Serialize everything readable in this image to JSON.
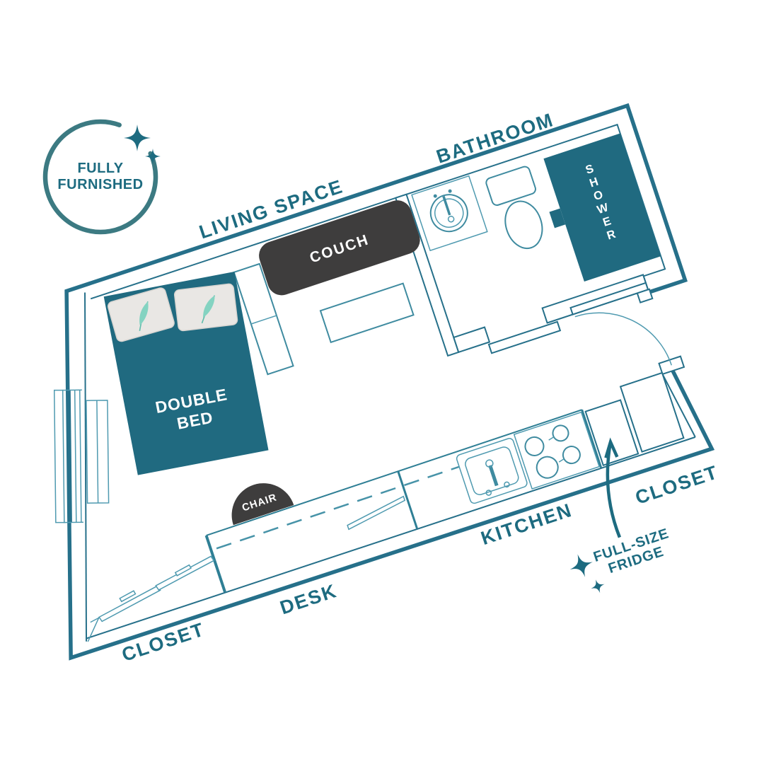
{
  "badge": {
    "line1": "FULLY",
    "line2": "FURNISHED"
  },
  "labels": {
    "bathroom": "BATHROOM",
    "living_space": "LIVING SPACE",
    "kitchen": "KITCHEN",
    "closet_right": "CLOSET",
    "closet_left": "CLOSET",
    "desk": "DESK"
  },
  "furniture": {
    "couch": "COUCH",
    "chair": "CHAIR",
    "bed_line1": "DOUBLE",
    "bed_line2": "BED",
    "shower": "SHOWER",
    "shower_letters": [
      "S",
      "H",
      "O",
      "W",
      "E",
      "R"
    ]
  },
  "annotations": {
    "fridge_line1": "FULL-SIZE",
    "fridge_line2": "FRIDGE"
  },
  "colors": {
    "wall_teal": "#26708a",
    "label_teal": "#1d6b80",
    "fill_teal": "#206a80",
    "line_teal": "#3f8ba0",
    "furniture_dark": "#3e3d3d",
    "pillow_gray": "#e9e7e4",
    "feather_mint": "#84d3c1"
  }
}
